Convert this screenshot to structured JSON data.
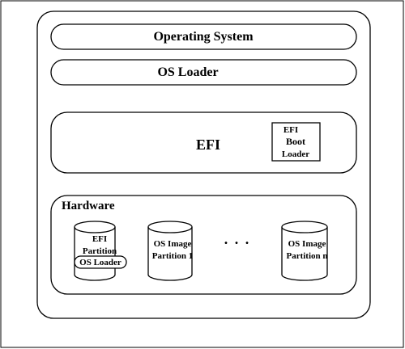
{
  "diagram": {
    "layers": {
      "operating_system": "Operating System",
      "os_loader": "OS Loader",
      "efi": "EFI",
      "efi_boot_loader": [
        "EFI",
        "Boot",
        "Loader"
      ],
      "hardware": "Hardware"
    },
    "partitions": [
      {
        "lines": [
          "EFI",
          "Partition"
        ],
        "badge": "OS Loader"
      },
      {
        "lines": [
          "OS Image",
          "Partition 1"
        ]
      },
      {
        "lines": [
          "OS Image",
          "Partition n"
        ]
      }
    ],
    "ellipsis": ". . ."
  },
  "colors": {
    "stroke": "#000000",
    "fill": "#ffffff"
  }
}
